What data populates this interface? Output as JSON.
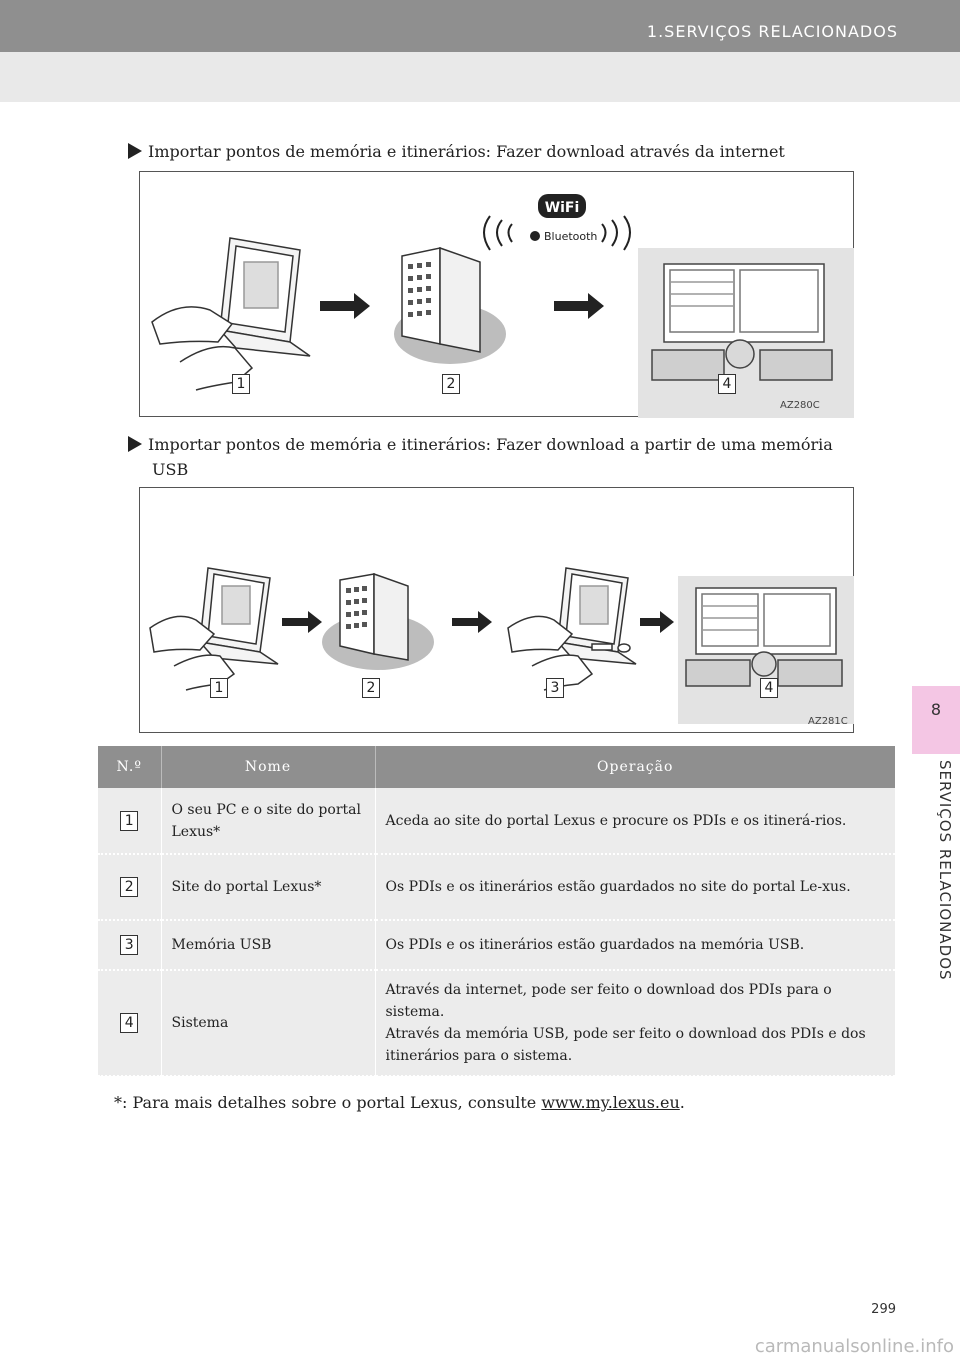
{
  "header": {
    "title": "1.SERVIÇOS RELACIONADOS"
  },
  "side_tab": {
    "number": "8",
    "label": "SERVIÇOS RELACIONADOS"
  },
  "section1": {
    "bullet": "Importar pontos de memória e itinerários: Fazer download através da internet",
    "figure_code": "AZ280C",
    "wifi_label": "WiFi",
    "bt_label": "Bluetooth",
    "labels": [
      "1",
      "2",
      "4"
    ]
  },
  "section2": {
    "bullet_line1": "Importar pontos de memória e itinerários: Fazer download a partir de uma memória",
    "bullet_line2": "USB",
    "figure_code": "AZ281C",
    "labels": [
      "1",
      "2",
      "3",
      "4"
    ]
  },
  "table": {
    "headers": [
      "N.º",
      "Nome",
      "Operação"
    ],
    "rows": [
      {
        "no": "1",
        "name": "O seu PC e o site do portal Lexus*",
        "op": "Aceda ao site do portal Lexus e procure os PDIs e os itinerá-rios."
      },
      {
        "no": "2",
        "name": "Site do portal Lexus*",
        "op": "Os PDIs e os itinerários estão guardados no site do portal Le-xus."
      },
      {
        "no": "3",
        "name": "Memória USB",
        "op": "Os PDIs e os itinerários estão guardados na memória USB."
      },
      {
        "no": "4",
        "name": "Sistema",
        "op": "Através da internet, pode ser feito o download dos PDIs para o sistema.",
        "op2": "Através da memória USB, pode ser feito o download dos PDIs e dos itinerários para o sistema."
      }
    ]
  },
  "footnote": {
    "text": "*: Para mais detalhes sobre o portal Lexus, consulte ",
    "url": "www.my.lexus.eu",
    "end": "."
  },
  "page_number": "299",
  "watermark": "carmanualsonline.info"
}
